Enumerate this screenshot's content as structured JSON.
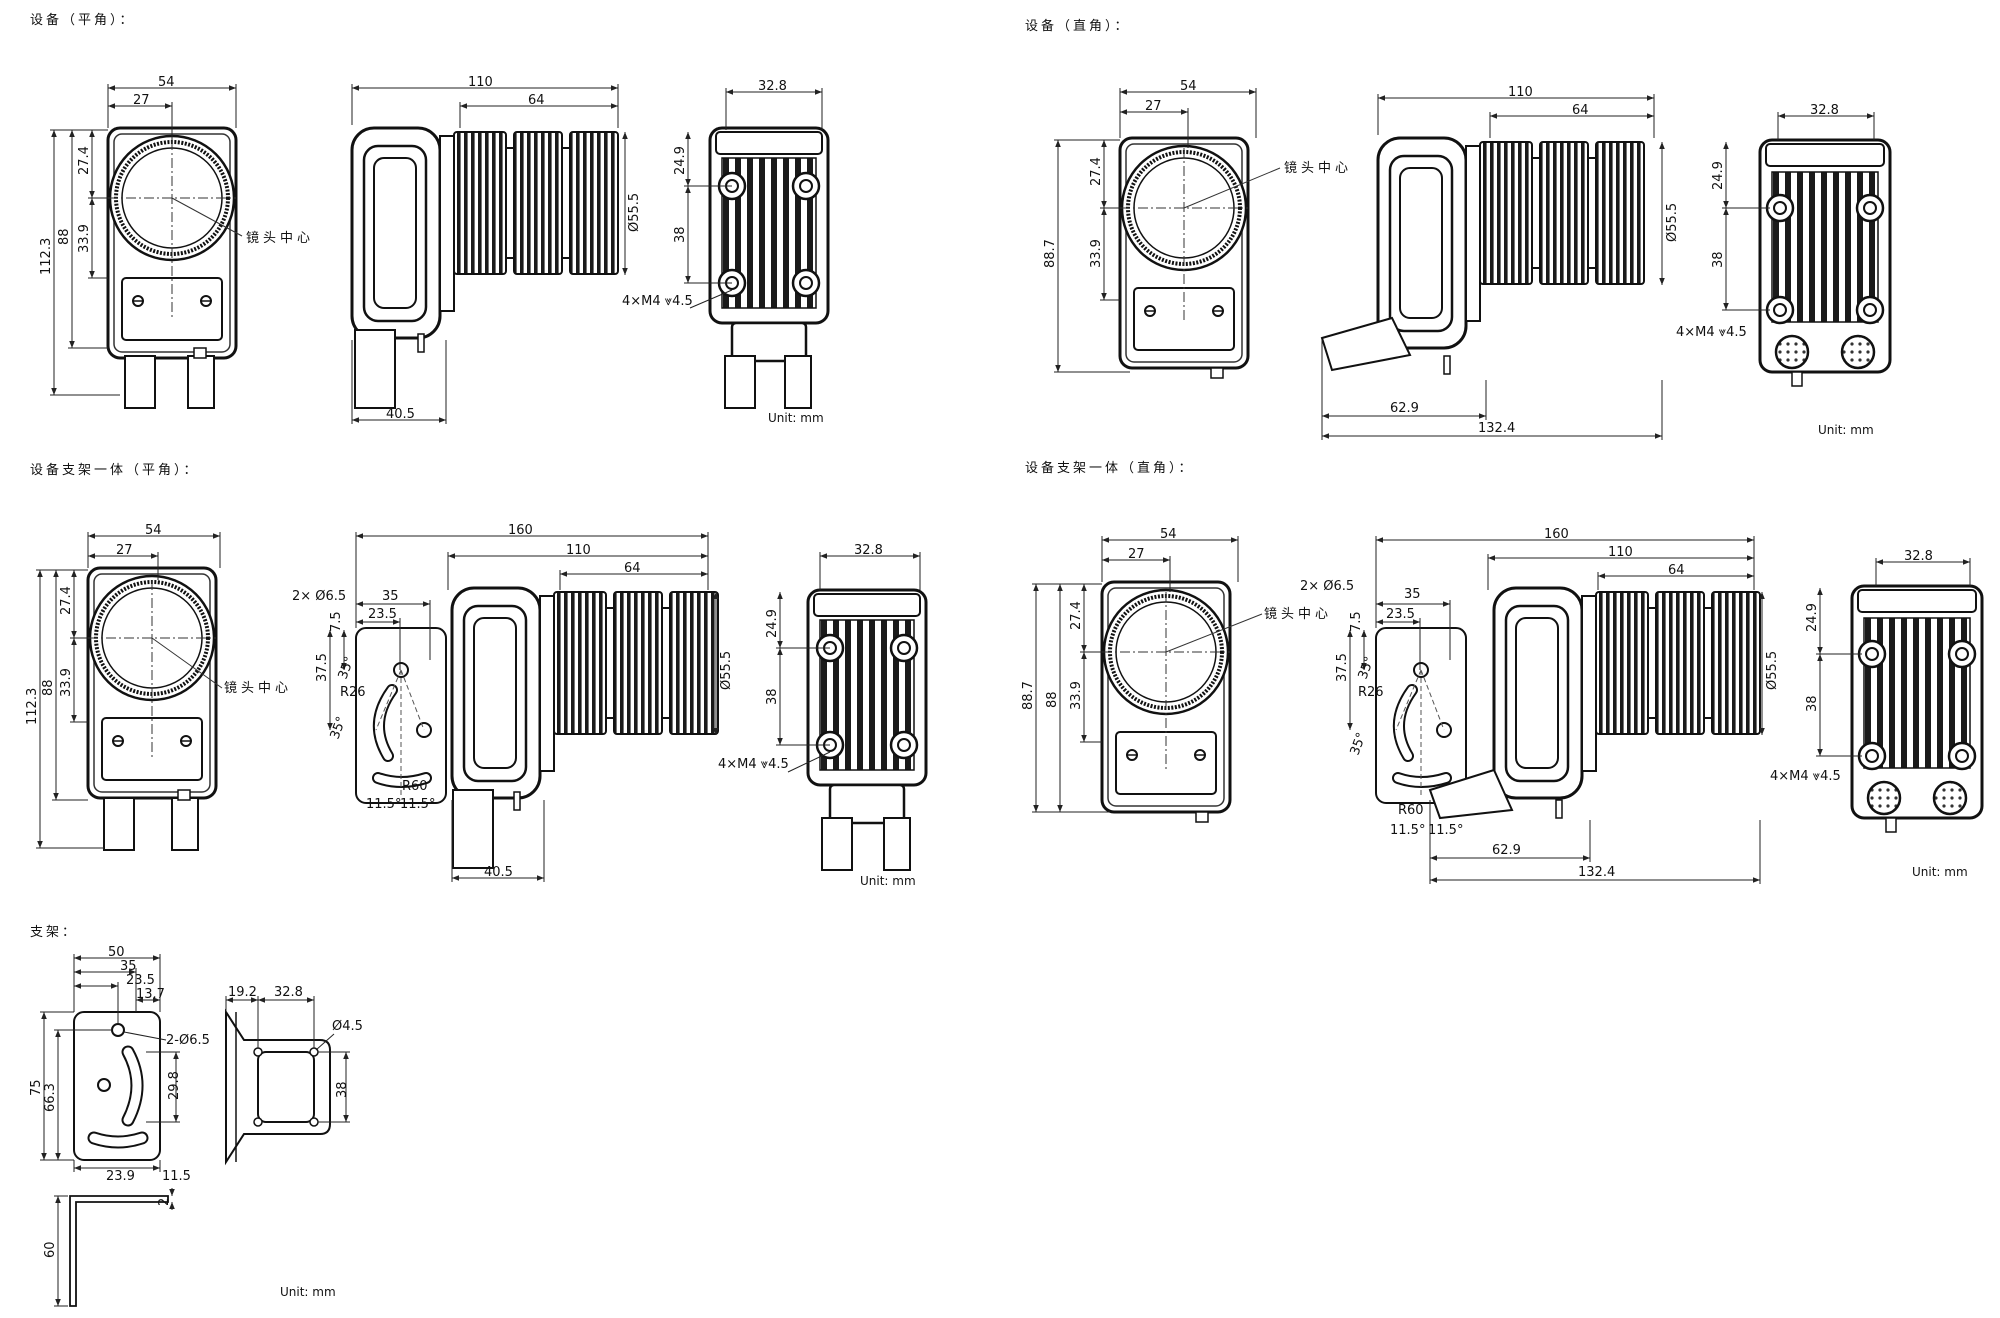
{
  "sections": {
    "flat": "设备（平角）：",
    "right_angle": "设备（直角）：",
    "bracket_flat": "设备支架一体（平角）：",
    "bracket_right_angle": "设备支架一体（直角）：",
    "bracket": "支架："
  },
  "labels": {
    "lens_center": "镜头中心",
    "unit": "Unit: mm",
    "mount_holes": "4×M4 ⩔4.5",
    "holes_6_5": "2× Ø6.5",
    "bracket_holes": "2-Ø6.5",
    "hole_4_5": "Ø4.5"
  },
  "dims": {
    "d54": "54",
    "d27": "27",
    "d27_4": "27.4",
    "d33_9": "33.9",
    "d88": "88",
    "d112_3": "112.3",
    "d88_7": "88.7",
    "d110": "110",
    "d64": "64",
    "d160": "160",
    "d55_5": "Ø55.5",
    "d40_5": "40.5",
    "d62_9": "62.9",
    "d132_4": "132.4",
    "d32_8": "32.8",
    "d24_9": "24.9",
    "d38": "38",
    "d35": "35",
    "d23_5": "23.5",
    "d7_5": "7.5",
    "d37_5": "37.5",
    "a35": "35°",
    "r26": "R26",
    "r60": "R60",
    "a11_5": "11.5°",
    "d50": "50",
    "d13_7": "13.7",
    "d75": "75",
    "d66_3": "66.3",
    "d29_8": "29.8",
    "d23_9": "23.9",
    "d11_5": "11.5",
    "d19_2": "19.2",
    "d2": "2",
    "d60": "60"
  }
}
